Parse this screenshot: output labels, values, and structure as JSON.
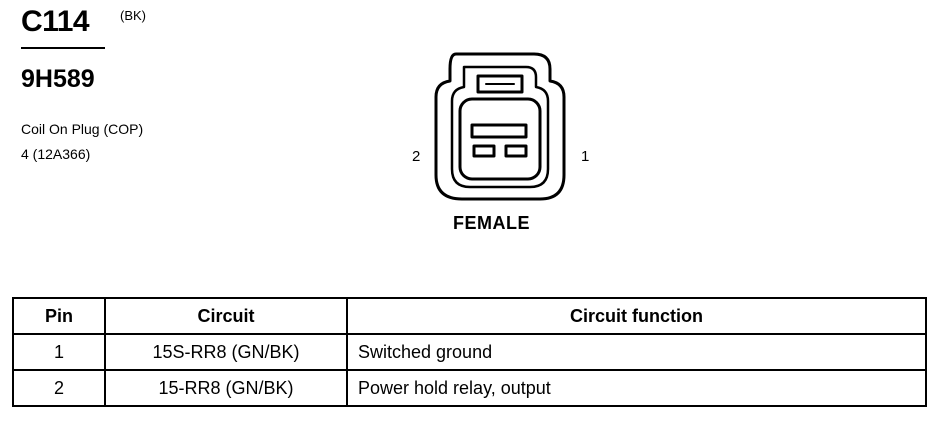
{
  "header": {
    "connector_id": "C114",
    "color_code": "(BK)",
    "part_number": "9H589",
    "description_lines": [
      "Coil On Plug (COP)",
      "4 (12A366)"
    ]
  },
  "diagram": {
    "pin_left_label": "2",
    "pin_right_label": "1",
    "gender": "FEMALE"
  },
  "table": {
    "headers": [
      "Pin",
      "Circuit",
      "Circuit function"
    ],
    "rows": [
      {
        "pin": "1",
        "circuit": "15S-RR8 (GN/BK)",
        "function": "Switched ground"
      },
      {
        "pin": "2",
        "circuit": "15-RR8 (GN/BK)",
        "function": "Power hold relay, output"
      }
    ]
  }
}
